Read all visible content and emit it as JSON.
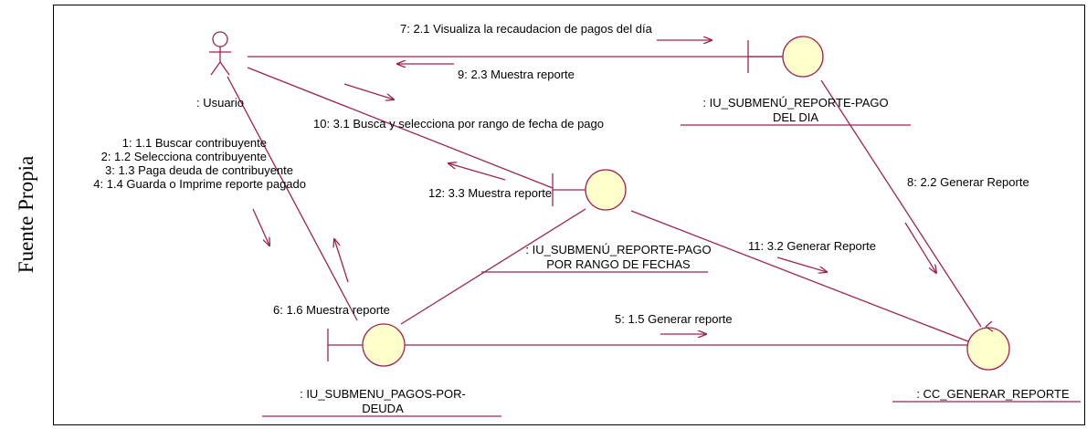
{
  "caption": "Fuente Propia",
  "nodes": {
    "usuario": {
      "label": ": Usuario"
    },
    "iu_reporte_dia": {
      "label_lines": [
        ": IU_SUBMENÚ_REPORTE-PAGO",
        "DEL DIA"
      ]
    },
    "iu_reporte_fechas": {
      "label_lines": [
        ": IU_SUBMENÚ_REPORTE-PAGO",
        "POR RANGO DE FECHAS"
      ]
    },
    "iu_pagos": {
      "label_lines": [
        ": IU_SUBMENU_PAGOS-POR-",
        "DEUDA"
      ]
    },
    "cc_generar": {
      "label": ": CC_GENERAR_REPORTE"
    }
  },
  "messages": {
    "m7": "7: 2.1 Visualiza la recaudacion de pagos del día",
    "m9": "9: 2.3 Muestra reporte",
    "m10": "10: 3.1 Busca y selecciona por rango de fecha de pago",
    "m12": "12: 3.3 Muestra reporte",
    "m8": "8: 2.2 Generar Reporte",
    "m11": "11: 3.2 Generar Reporte",
    "m6": "6: 1.6 Muestra reporte",
    "m5": "5: 1.5 Generar reporte",
    "m_group": [
      "1: 1.1 Buscar contribuyente",
      "2: 1.2 Selecciona contribuyente",
      "3: 1.3 Paga deuda de contribuyente",
      "4: 1.4 Guarda o Imprime reporte pagado"
    ]
  },
  "colors": {
    "line": "#a0234f",
    "fill": "#ffffcc"
  }
}
